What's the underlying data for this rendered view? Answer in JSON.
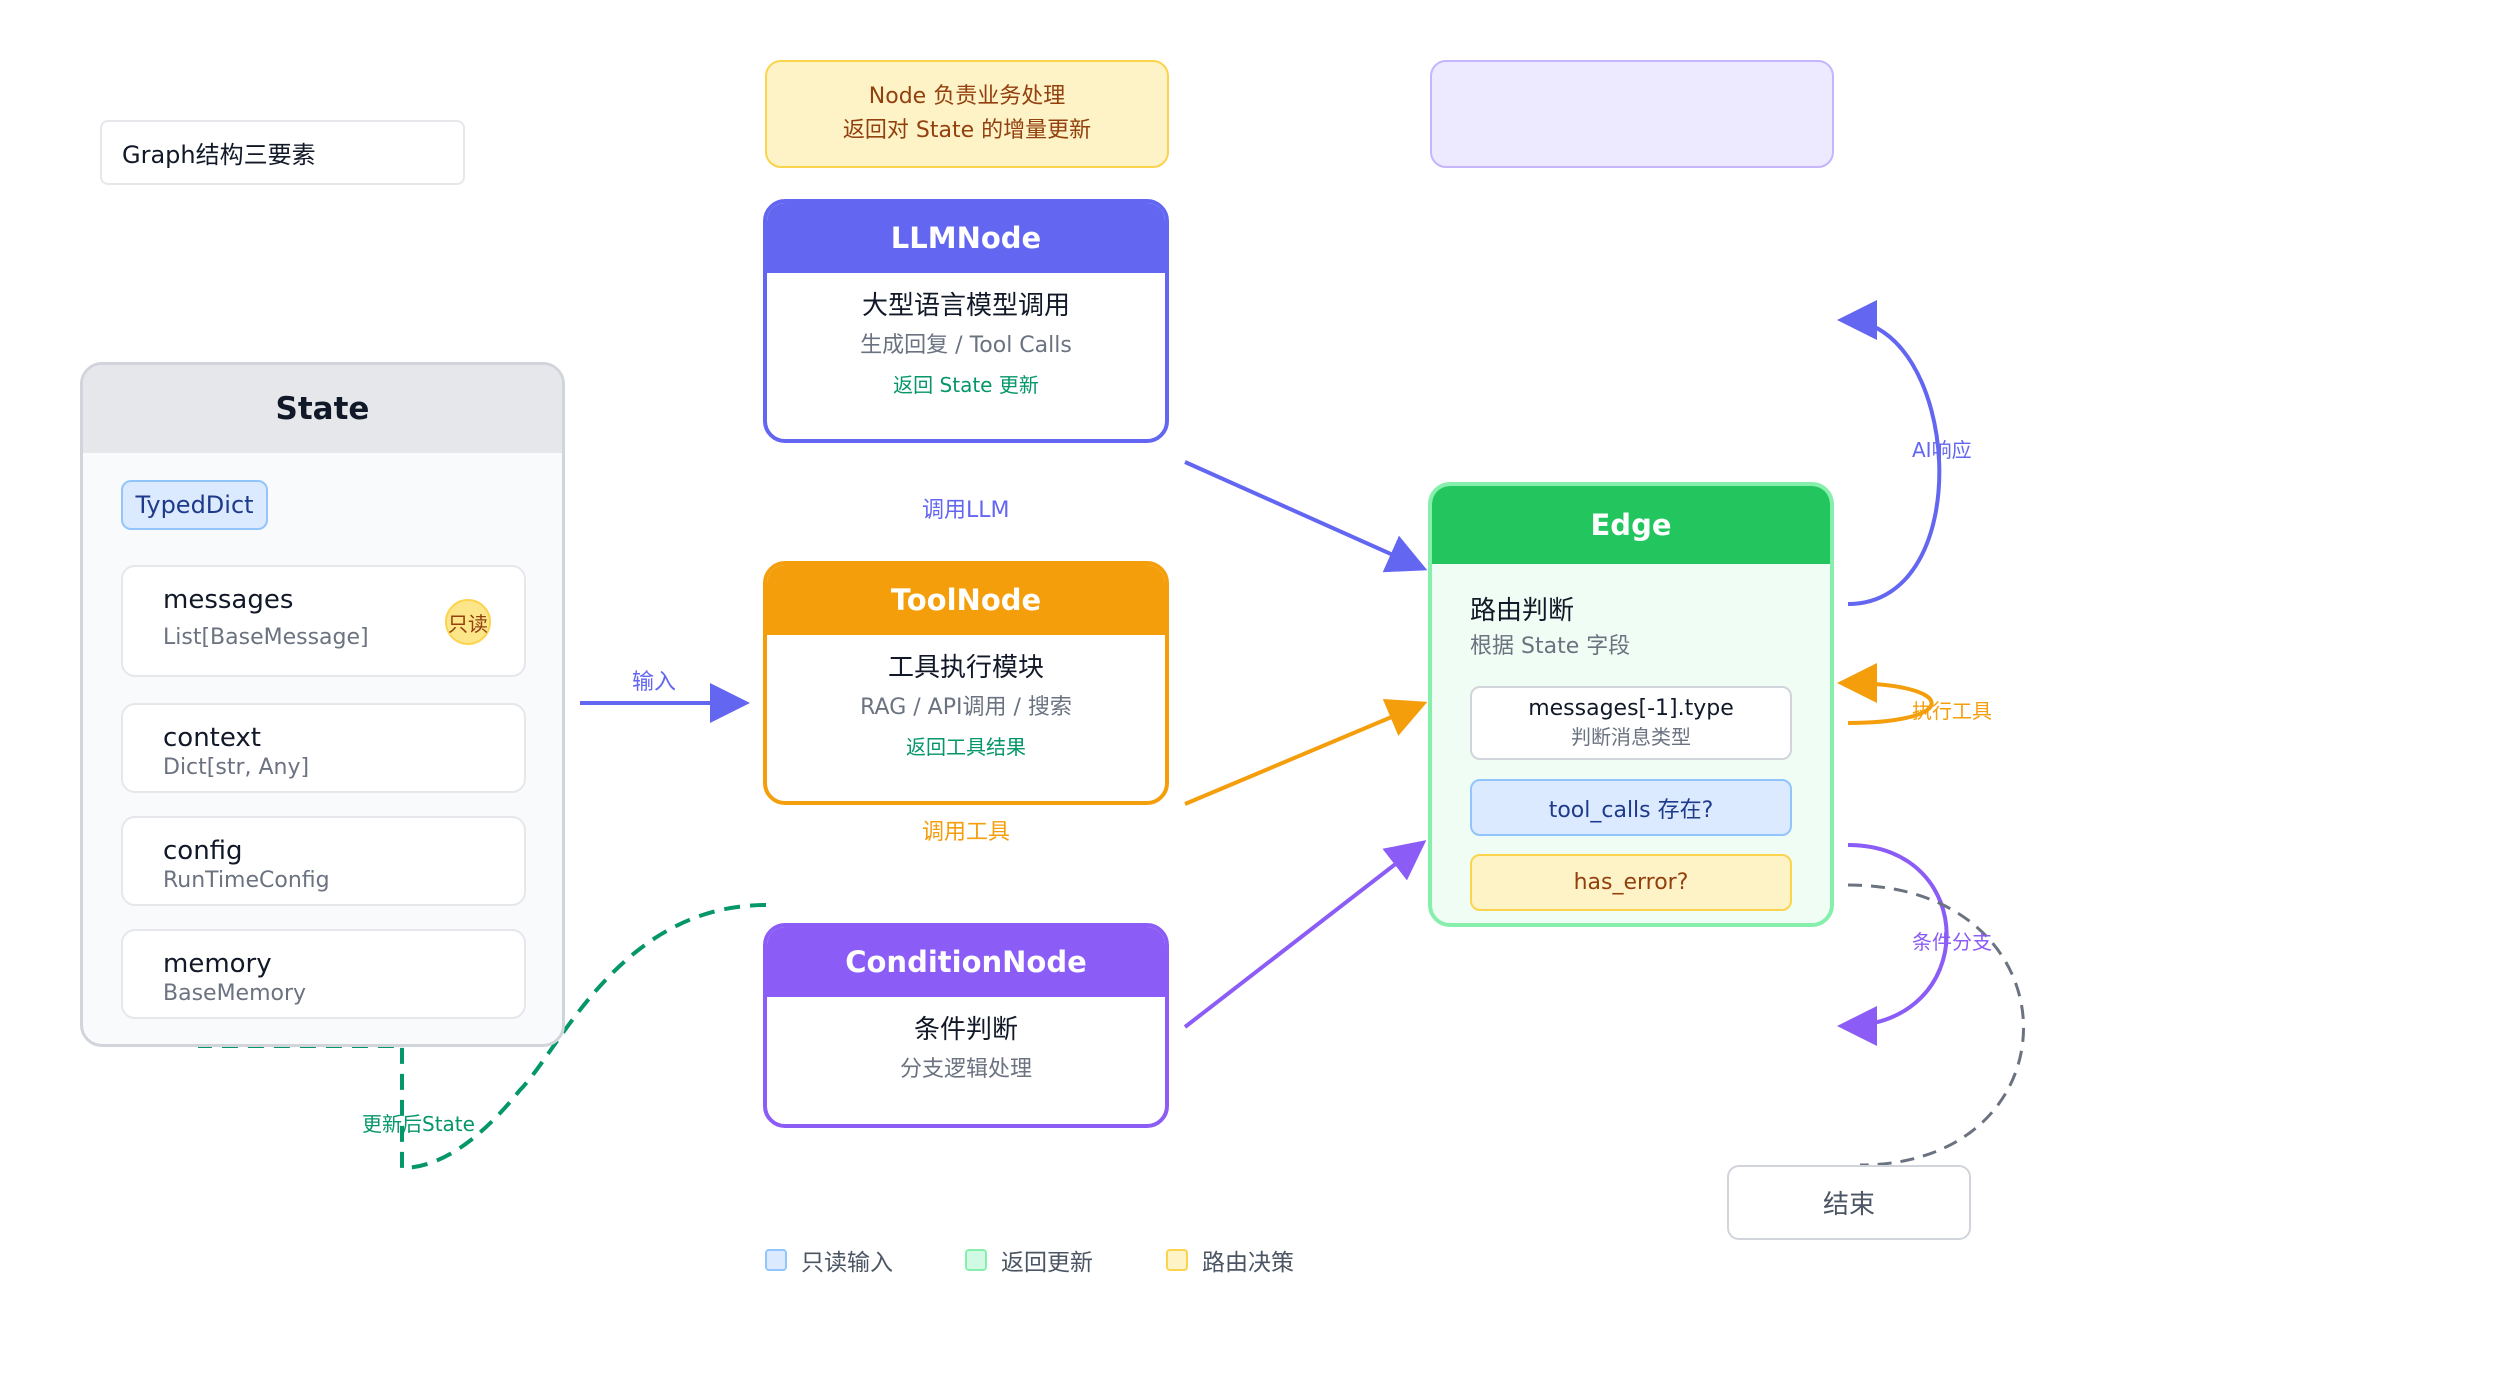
{
  "title": "Graph结构三要素",
  "notes": {
    "node_line1": "Node 负责业务处理",
    "node_line2": "返回对 State 的增量更新"
  },
  "state": {
    "header": "State",
    "badge": "TypedDict",
    "readonly_badge": "只读",
    "fields": [
      {
        "name": "messages",
        "type": "List[BaseMessage]"
      },
      {
        "name": "context",
        "type": "Dict[str, Any]"
      },
      {
        "name": "config",
        "type": "RunTimeConfig"
      },
      {
        "name": "memory",
        "type": "BaseMemory"
      }
    ]
  },
  "nodes": {
    "llm": {
      "header": "LLMNode",
      "title": "大型语言模型调用",
      "sub": "生成回复 / Tool Calls",
      "ret": "返回 State 更新"
    },
    "tool": {
      "header": "ToolNode",
      "title": "工具执行模块",
      "sub": "RAG / API调用 / 搜索",
      "ret": "返回工具结果"
    },
    "cond": {
      "header": "ConditionNode",
      "title": "条件判断",
      "sub": "分支逻辑处理"
    }
  },
  "edge": {
    "header": "Edge",
    "title": "路由判断",
    "sub": "根据 State 字段",
    "cond_type_l1": "messages[-1].type",
    "cond_type_l2": "判断消息类型",
    "cond_tool": "tool_calls 存在?",
    "cond_err": "has_error?"
  },
  "end": "结束",
  "labels": {
    "input": "输入",
    "call_llm": "调用LLM",
    "call_tool": "调用工具",
    "updated_state": "更新后State",
    "ai_response": "AI响应",
    "exec_tool": "执行工具",
    "cond_branch": "条件分支"
  },
  "legend": [
    {
      "label": "只读输入",
      "fill": "#dbeafe",
      "stroke": "#93c5fd"
    },
    {
      "label": "返回更新",
      "fill": "#d1fae5",
      "stroke": "#86efac"
    },
    {
      "label": "路由决策",
      "fill": "#fef3c7",
      "stroke": "#fcd34d"
    }
  ],
  "colors": {
    "llm": "#6366f1",
    "tool": "#f59e0b",
    "condition": "#8b5cf6",
    "edge": "#22c55e",
    "update": "#059669",
    "end_path": "#6b7280"
  }
}
